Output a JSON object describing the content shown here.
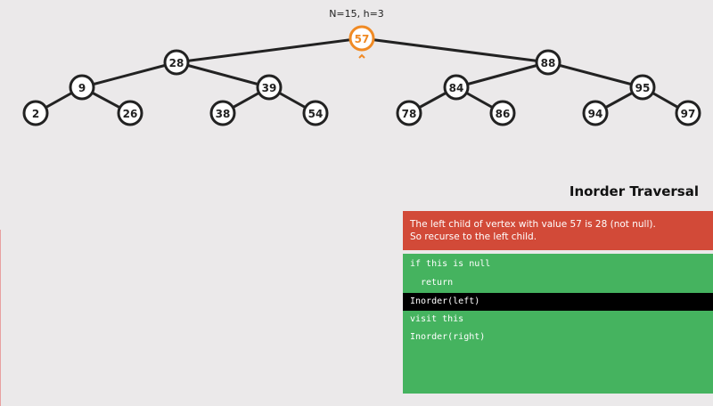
{
  "tree": {
    "stats": "N=15, h=3",
    "highlight_color": "#f08a24",
    "normal_color": "#222222",
    "active_node": 0,
    "nodes": [
      {
        "value": "57"
      },
      {
        "value": "28"
      },
      {
        "value": "88"
      },
      {
        "value": "9"
      },
      {
        "value": "39"
      },
      {
        "value": "84"
      },
      {
        "value": "95"
      },
      {
        "value": "2"
      },
      {
        "value": "26"
      },
      {
        "value": "38"
      },
      {
        "value": "54"
      },
      {
        "value": "78"
      },
      {
        "value": "86"
      },
      {
        "value": "94"
      },
      {
        "value": "97"
      }
    ]
  },
  "panel": {
    "title": "Inorder Traversal",
    "status_lines": [
      "The left child of vertex with value 57 is 28 (not null).",
      "So recurse to the left child."
    ],
    "status_color": "#d24a38",
    "code_color": "#45b35f",
    "code_lines": [
      "if this is null",
      "return",
      "Inorder(left)",
      "visit this",
      "Inorder(right)"
    ],
    "active_code_line": 2
  }
}
